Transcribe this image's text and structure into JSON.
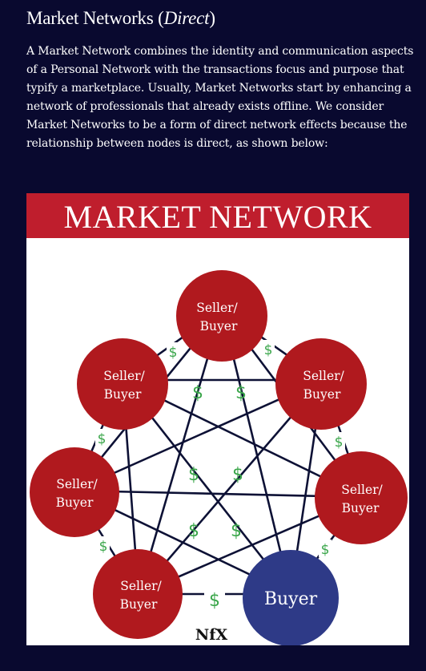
{
  "section": {
    "title_main": "Market Networks (",
    "title_em": "Direct",
    "title_close": ")",
    "intro": "A Market Network combines the identity and communication aspects of a Personal Network with the transactions focus and purpose that typify a marketplace. Usually, Market Networks start by enhancing a network of professionals that already exists offline. We consider Market Networks to be a form of direct network effects because the relationship between nodes is direct, as shown below:"
  },
  "diagram": {
    "banner": "MARKET NETWORK",
    "nodes": [
      {
        "line1": "Seller/",
        "line2": "Buyer"
      },
      {
        "line1": "Seller/",
        "line2": "Buyer"
      },
      {
        "line1": "Seller/",
        "line2": "Buyer"
      },
      {
        "line1": "Seller/",
        "line2": "Buyer"
      },
      {
        "line1": "Seller/",
        "line2": "Buyer"
      },
      {
        "line1": "Seller/",
        "line2": "Buyer"
      }
    ],
    "buyer": "Buyer",
    "dollar": "$",
    "logo": "NfX",
    "colors": {
      "banner": "#bf1e2d",
      "seller_node": "#b0191e",
      "buyer_node": "#2e3a87",
      "dollar": "#3aa64a",
      "edges": "#0d1135"
    }
  }
}
